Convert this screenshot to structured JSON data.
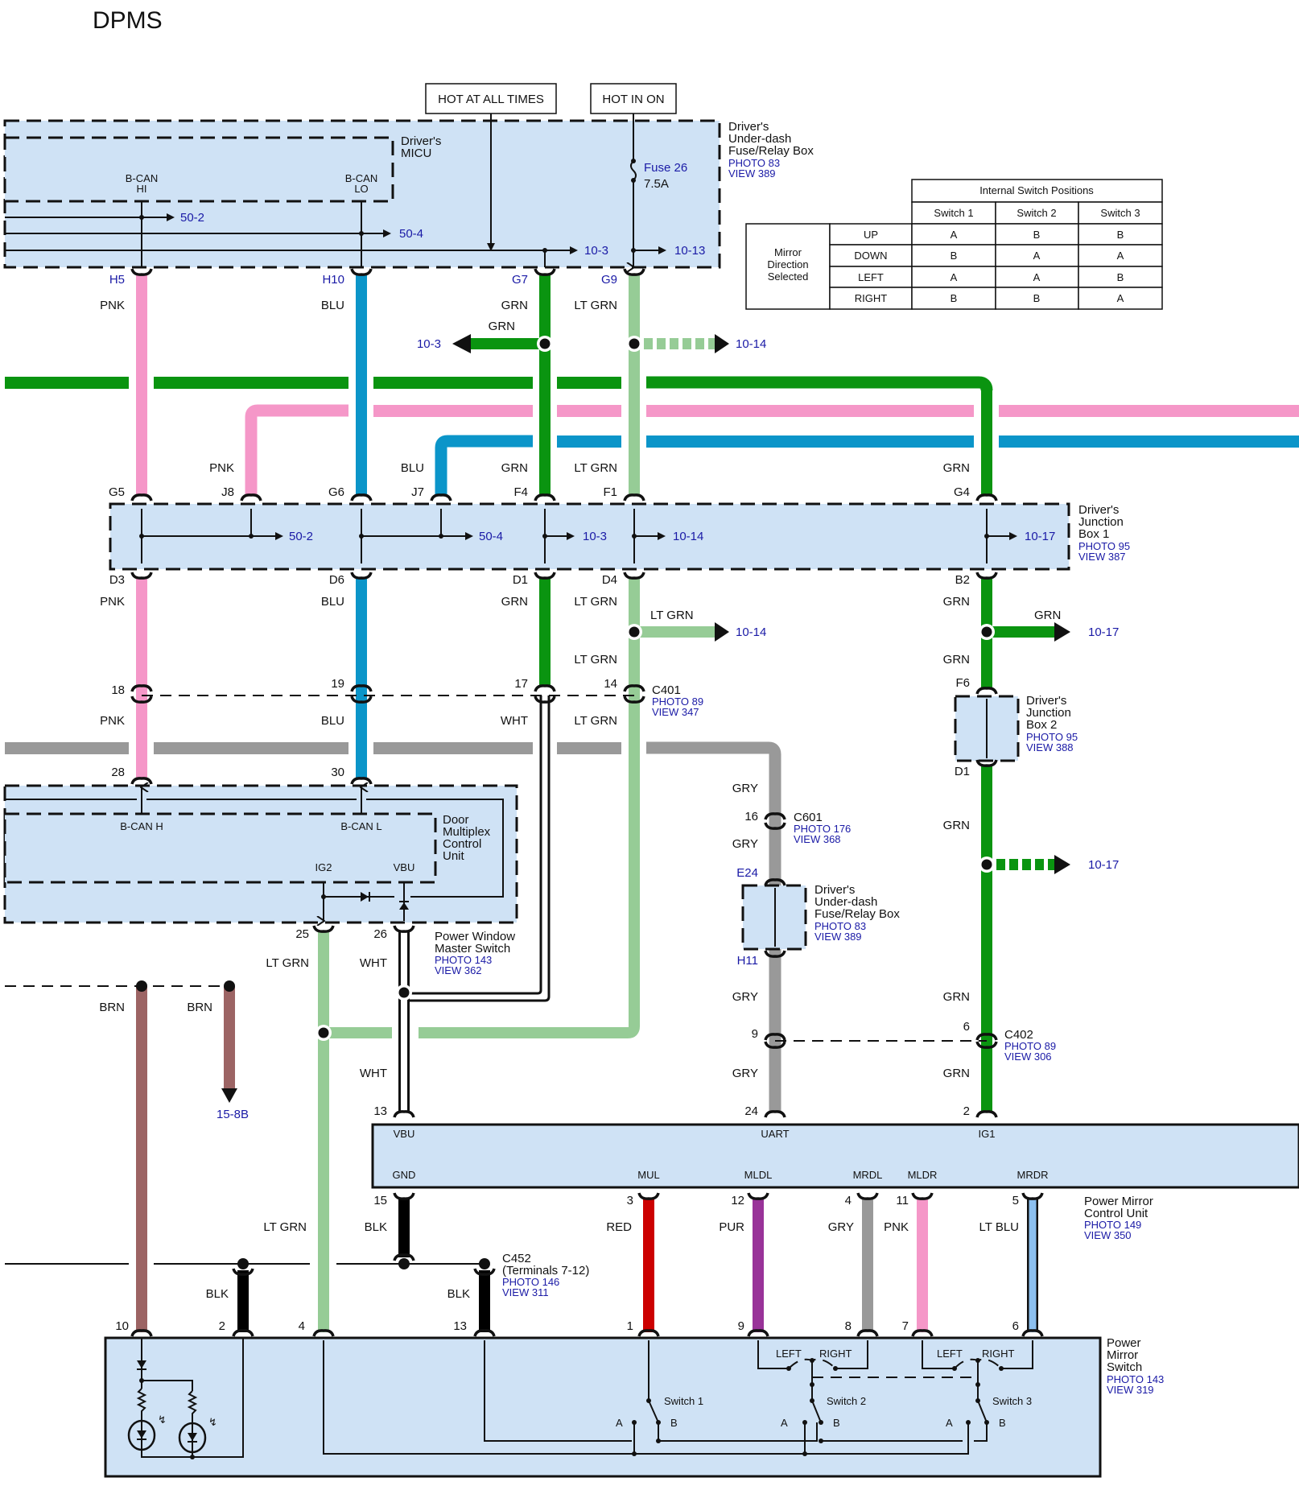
{
  "title": "DPMS",
  "colors": {
    "PNK": "#f597c8",
    "BLU": "#0b95c9",
    "GRN": "#0a9410",
    "LT GRN": "#96cc96",
    "GRY": "#999999",
    "BRN": "#9c6464",
    "BLK": "#000000",
    "WHT": "#ffffff",
    "RED": "#cc0000",
    "PUR": "#993399",
    "LT BLU": "#8cc0f0",
    "box_fill": "#cfe2f5",
    "ref_text": "#1a1aa6"
  },
  "power_sources": {
    "hot_at_all_times": "HOT AT ALL TIMES",
    "hot_in_on": "HOT IN ON"
  },
  "components": {
    "underdash_top": {
      "name": "Driver's\nUnder-dash\nFuse/Relay Box",
      "photo": "PHOTO 83",
      "view": "VIEW 389"
    },
    "micu": {
      "name": "Driver's\nMICU",
      "pin_hi": "B-CAN\nHI",
      "pin_lo": "B-CAN\nLO"
    },
    "fuse": {
      "name": "Fuse 26",
      "rating": "7.5A"
    },
    "jb1": {
      "name": "Driver's\nJunction\nBox 1",
      "photo": "PHOTO 95",
      "view": "VIEW 387"
    },
    "jb2": {
      "name": "Driver's\nJunction\nBox 2",
      "photo": "PHOTO 95",
      "view": "VIEW 388"
    },
    "c401": {
      "name": "C401",
      "photo": "PHOTO 89",
      "view": "VIEW 347"
    },
    "c601": {
      "name": "C601",
      "photo": "PHOTO 176",
      "view": "VIEW 368"
    },
    "underdash_mid": {
      "name": "Driver's\nUnder-dash\nFuse/Relay Box",
      "photo": "PHOTO 83",
      "view": "VIEW 389"
    },
    "dmcu": {
      "name": "Door\nMultiplex\nControl\nUnit",
      "pin_h": "B-CAN H",
      "pin_l": "B-CAN L",
      "pin_ig2": "IG2",
      "pin_vbu": "VBU"
    },
    "pwms": {
      "name": "Power Window\nMaster Switch",
      "photo": "PHOTO 143",
      "view": "VIEW 362"
    },
    "c402": {
      "name": "C402",
      "photo": "PHOTO 89",
      "view": "VIEW 306"
    },
    "c452": {
      "name": "C452\n(Terminals 7-12)",
      "photo": "PHOTO 146",
      "view": "VIEW 311"
    },
    "pmcu": {
      "name": "Power Mirror\nControl Unit",
      "photo": "PHOTO 149",
      "view": "VIEW 350",
      "pins": [
        "VBU",
        "UART",
        "IG1",
        "GND",
        "MUL",
        "MLDL",
        "MRDL",
        "MLDR",
        "MRDR"
      ]
    },
    "pms": {
      "name": "Power\nMirror\nSwitch",
      "photo": "PHOTO 143",
      "view": "VIEW 319",
      "switches": [
        "Switch 1",
        "Switch 2",
        "Switch 3"
      ],
      "left": "LEFT",
      "right": "RIGHT",
      "a": "A",
      "b": "B"
    }
  },
  "refs": {
    "r50_2": "50-2",
    "r50_4": "50-4",
    "r10_3": "10-3",
    "r10_13": "10-13",
    "r10_14": "10-14",
    "r10_17": "10-17",
    "r15_8b": "15-8B"
  },
  "terminals": {
    "H5": "H5",
    "H10": "H10",
    "G7": "G7",
    "G9": "G9",
    "G5": "G5",
    "J8": "J8",
    "G6": "G6",
    "J7": "J7",
    "F4": "F4",
    "F1": "F1",
    "G4": "G4",
    "D3": "D3",
    "D6": "D6",
    "D1": "D1",
    "D4": "D4",
    "B2": "B2",
    "c401_18": "18",
    "c401_19": "19",
    "c401_17": "17",
    "c401_14": "14",
    "p28": "28",
    "p30": "30",
    "p25": "25",
    "p26": "26",
    "F6": "F6",
    "JD1": "D1",
    "c601_16": "16",
    "E24": "E24",
    "H11": "H11",
    "c402_9": "9",
    "c402_6": "6",
    "p24": "24",
    "p2": "2",
    "p13": "13",
    "p15": "15",
    "p3": "3",
    "p12": "12",
    "p4": "4",
    "p11": "11",
    "p5": "5",
    "s10": "10",
    "s2": "2",
    "s4": "4",
    "s13": "13",
    "s1": "1",
    "s9": "9",
    "s8": "8",
    "s7": "7",
    "s6": "6"
  },
  "wire_labels": {
    "PNK": "PNK",
    "BLU": "BLU",
    "GRN": "GRN",
    "LTGRN": "LT GRN",
    "GRY": "GRY",
    "WHT": "WHT",
    "BRN": "BRN",
    "BLK": "BLK",
    "RED": "RED",
    "PUR": "PUR",
    "LTBLU": "LT BLU"
  },
  "switch_table": {
    "title": "Internal Switch Positions",
    "row_header": "Mirror\nDirection\nSelected",
    "columns": [
      "Switch 1",
      "Switch 2",
      "Switch 3"
    ],
    "rows": [
      {
        "direction": "UP",
        "values": [
          "A",
          "B",
          "B"
        ]
      },
      {
        "direction": "DOWN",
        "values": [
          "B",
          "A",
          "A"
        ]
      },
      {
        "direction": "LEFT",
        "values": [
          "A",
          "A",
          "B"
        ]
      },
      {
        "direction": "RIGHT",
        "values": [
          "B",
          "B",
          "A"
        ]
      }
    ]
  }
}
